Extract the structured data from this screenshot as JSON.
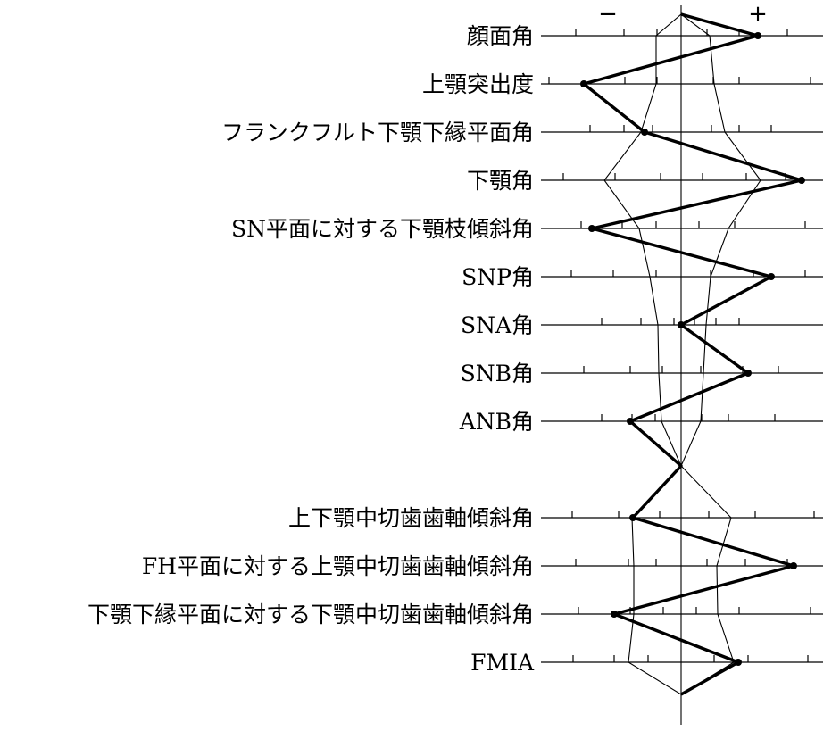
{
  "chart_data": {
    "type": "polygon-profile",
    "signs": {
      "minus": "−",
      "plus": "+"
    },
    "rows": [
      {
        "label": "顔面角"
      },
      {
        "label": "上顎突出度"
      },
      {
        "label": "フランクフルト下顎下縁平面角"
      },
      {
        "label": "下顎角"
      },
      {
        "label": "SN平面に対する下顎枝傾斜角"
      },
      {
        "label": "SNP角"
      },
      {
        "label": "SNA角"
      },
      {
        "label": "SNB角"
      },
      {
        "label": "ANB角"
      },
      {
        "label": "上下顎中切歯歯軸傾斜角"
      },
      {
        "label": "FH平面に対する上顎中切歯歯軸傾斜角"
      },
      {
        "label": "下顎下縁平面に対する下顎中切歯歯軸傾斜角"
      },
      {
        "label": "FMIA"
      }
    ],
    "colors": {
      "line": "#000000",
      "background": "#ffffff"
    }
  }
}
